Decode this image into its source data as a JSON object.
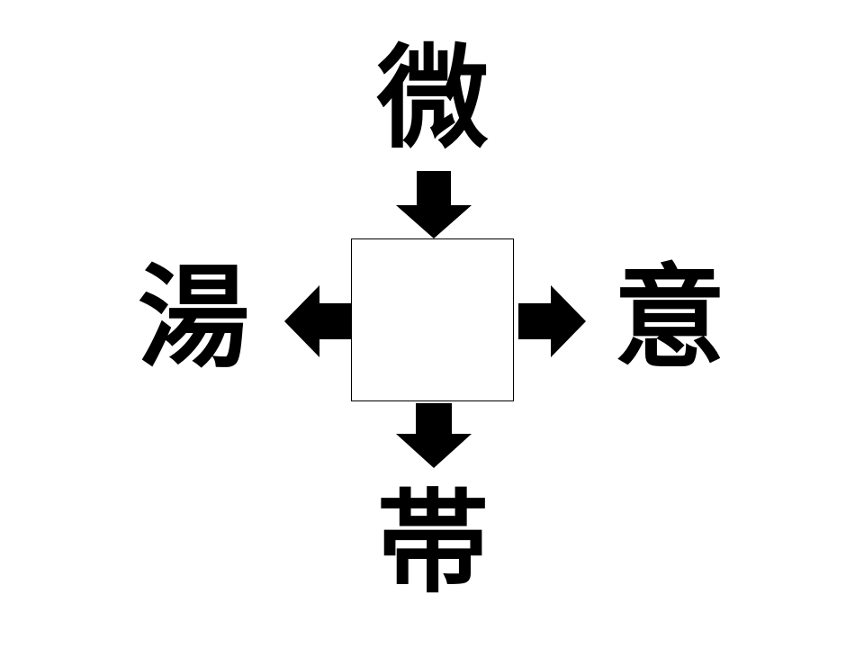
{
  "puzzle": {
    "top_kanji": "微",
    "left_kanji": "湯",
    "right_kanji": "意",
    "bottom_kanji": "帯",
    "answer": ""
  },
  "colors": {
    "ink": "#000000",
    "background": "#ffffff"
  }
}
